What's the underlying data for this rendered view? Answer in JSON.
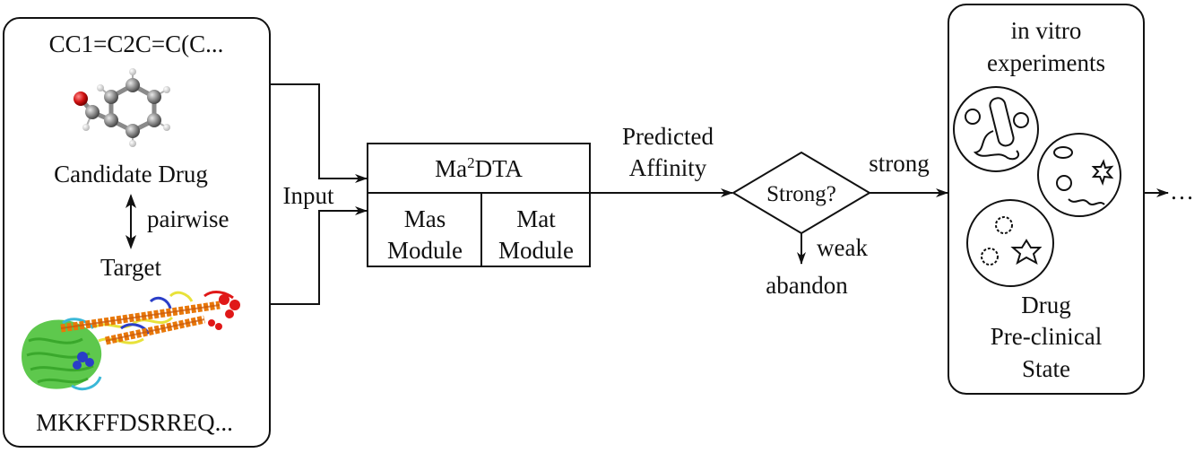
{
  "left_panel": {
    "smiles": "CC1=C2C=C(C...",
    "drug_label": "Candidate Drug",
    "pairwise_label": "pairwise",
    "target_label": "Target",
    "sequence": "MKKFFDSRREQ..."
  },
  "input_label": "Input",
  "model": {
    "title_prefix": "Ma",
    "title_superscript": "2",
    "title_suffix": "DTA",
    "mas_line1": "Mas",
    "mas_line2": "Module",
    "mat_line1": "Mat",
    "mat_line2": "Module"
  },
  "predicted_line1": "Predicted",
  "predicted_line2": "Affinity",
  "decision_label": "Strong?",
  "strong_label": "strong",
  "weak_label": "weak",
  "abandon_label": "abandon",
  "right_panel": {
    "title_line1": "in vitro",
    "title_line2": "experiments",
    "state_line1": "Drug",
    "state_line2": "Pre-clinical",
    "state_line3": "State"
  },
  "continuation": "…",
  "colors": {
    "ink": "#111111",
    "molecule_carbon": "#7d7d7d",
    "molecule_oxygen": "#d01010",
    "protein_helix_orange": "#e8780a",
    "protein_red": "#e01818",
    "protein_yellow": "#e8e23a",
    "protein_green": "#4cc23a",
    "protein_blue": "#2a3ec8",
    "protein_cyan": "#3ab8d8"
  }
}
